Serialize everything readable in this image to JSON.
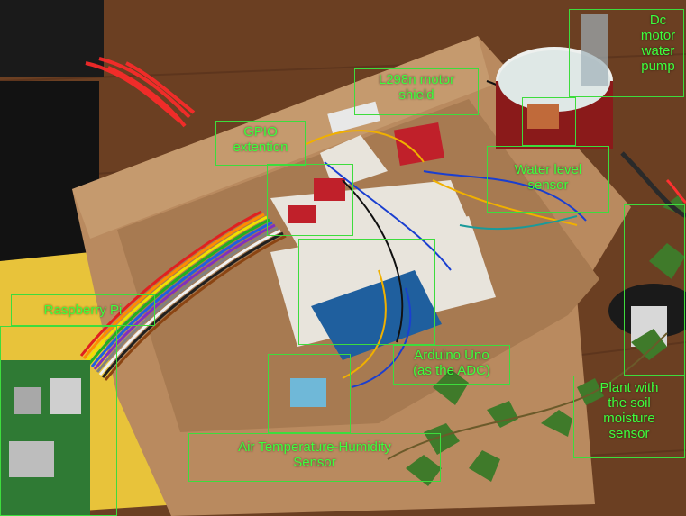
{
  "annotations": {
    "dc_pump": "Dc\nmotor\nwater\npump",
    "l298n": "L298n motor\nshield",
    "gpio": "GPIO\nextention",
    "water_level": "Water level\nsensor",
    "raspberry_pi": "Raspberry Pi",
    "arduino": "Arduino Uno\n(as the ADC)",
    "plant": "Plant with\nthe soil\nmoisture\nsensor",
    "dht": "Air Temperature-Humidity\nSensor"
  },
  "colors": {
    "annotation": "#3dff3d",
    "table": "#6b3f22",
    "cardboard": "#b98a5f",
    "breadboard": "#e8e4dc",
    "arduino_board": "#1f5f9e"
  }
}
